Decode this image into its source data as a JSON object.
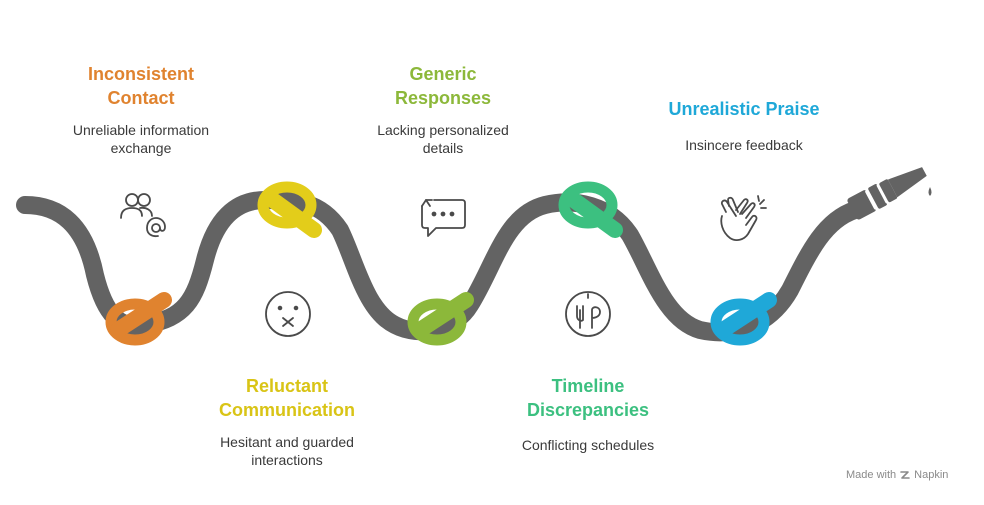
{
  "stages": [
    {
      "id": "inconsistent-contact",
      "title_lines": [
        "Inconsistent",
        "Contact"
      ],
      "description_lines": [
        "Unreliable information",
        "exchange"
      ],
      "color": "#E0832F",
      "icon": "users-at-icon"
    },
    {
      "id": "reluctant-communication",
      "title_lines": [
        "Reluctant",
        "Communication"
      ],
      "description_lines": [
        "Hesitant and guarded",
        "interactions"
      ],
      "color": "#E3CD1A",
      "icon": "sad-face-icon"
    },
    {
      "id": "generic-responses",
      "title_lines": [
        "Generic",
        "Responses"
      ],
      "description_lines": [
        "Lacking personalized",
        "details"
      ],
      "color": "#8CB83A",
      "icon": "chat-refresh-icon"
    },
    {
      "id": "timeline-discrepancies",
      "title_lines": [
        "Timeline",
        "Discrepancies"
      ],
      "description_lines": [
        "Conflicting schedules"
      ],
      "color": "#3CC080",
      "icon": "clock-icon"
    },
    {
      "id": "unrealistic-praise",
      "title_lines": [
        "Unrealistic Praise"
      ],
      "description_lines": [
        "Insincere feedback"
      ],
      "color": "#1FA8D8",
      "icon": "clapping-hands-icon"
    }
  ],
  "hose_color": "#636363",
  "nozzle_icon": "hose-nozzle-icon",
  "watermark": {
    "prefix": "Made with",
    "brand": "Napkin",
    "icon": "napkin-logo-icon"
  }
}
